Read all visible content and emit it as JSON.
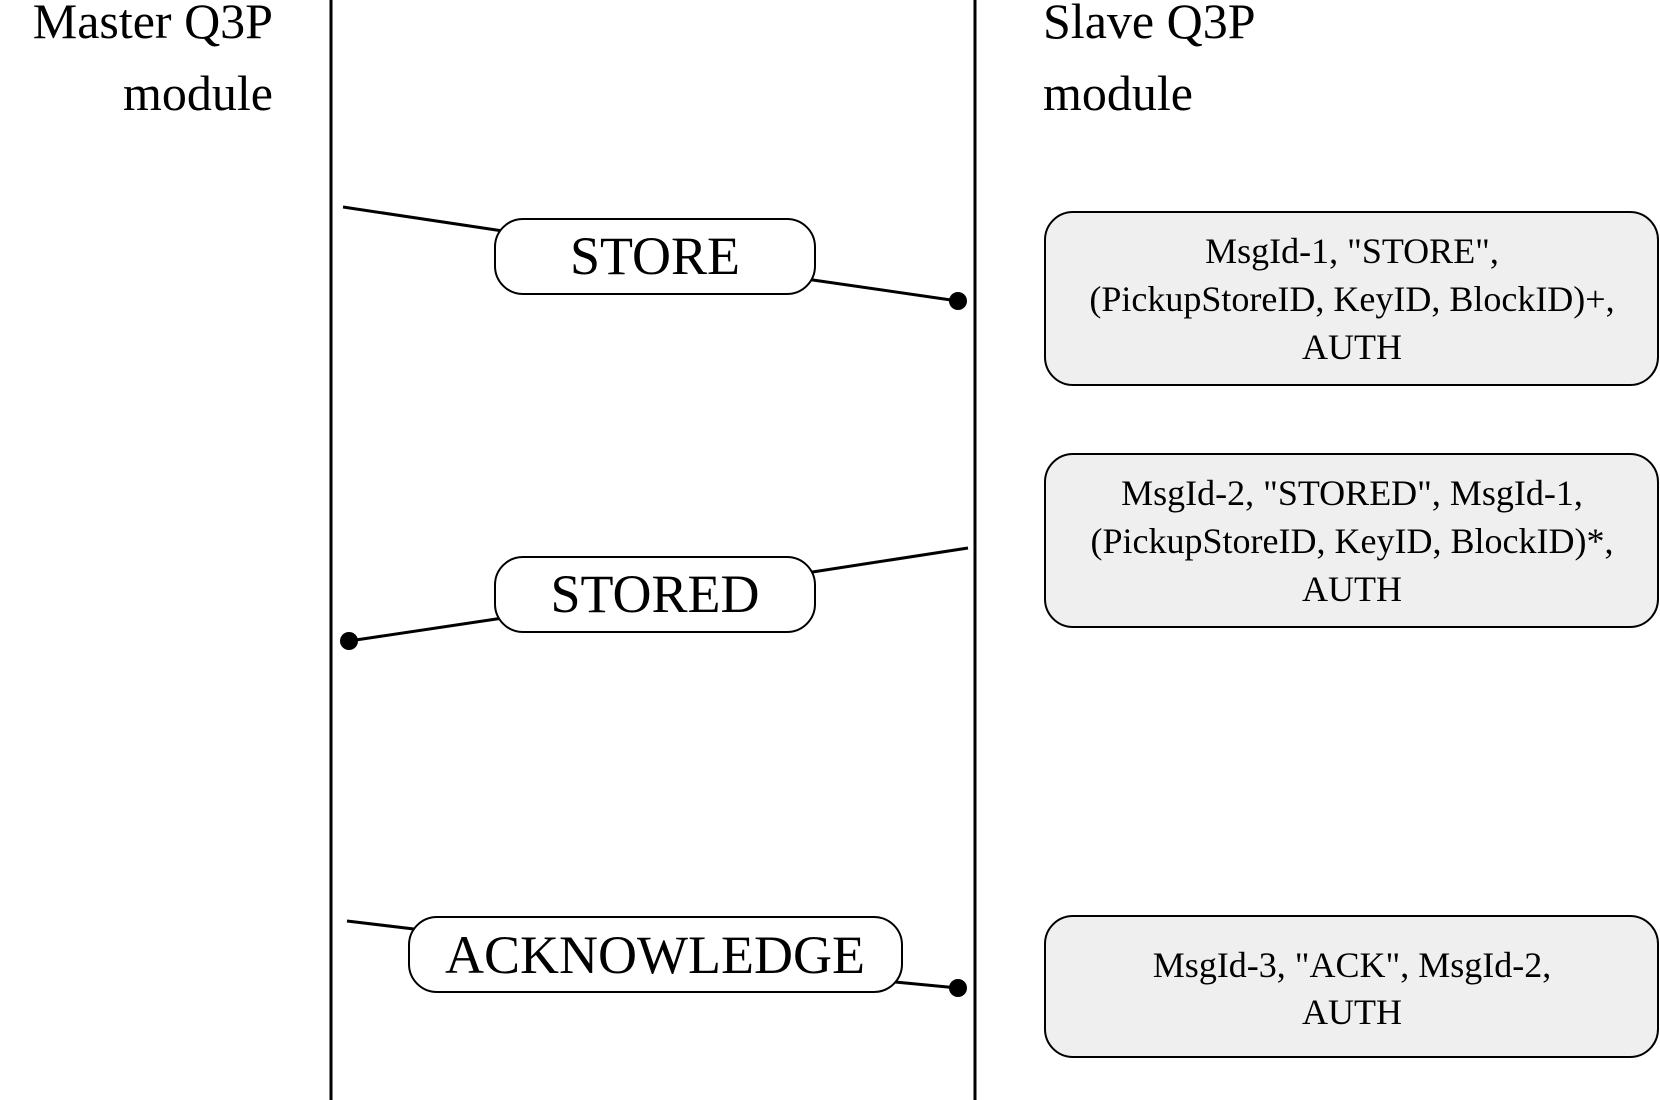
{
  "participants": {
    "master": {
      "lines": [
        "Master Q3P",
        "module"
      ]
    },
    "slave": {
      "lines": [
        "Slave Q3P",
        "module"
      ]
    }
  },
  "messages": [
    {
      "label": "STORE",
      "direction": "master-to-slave",
      "detail_lines": [
        "MsgId-1, \"STORE\",",
        "(PickupStoreID, KeyID, BlockID)+,",
        "AUTH"
      ]
    },
    {
      "label": "STORED",
      "direction": "slave-to-master",
      "detail_lines": [
        "MsgId-2, \"STORED\", MsgId-1,",
        "(PickupStoreID, KeyID, BlockID)*,",
        "AUTH"
      ]
    },
    {
      "label": "ACKNOWLEDGE",
      "direction": "master-to-slave",
      "detail_lines": [
        "MsgId-3, \"ACK\", MsgId-2,",
        "AUTH"
      ]
    }
  ]
}
